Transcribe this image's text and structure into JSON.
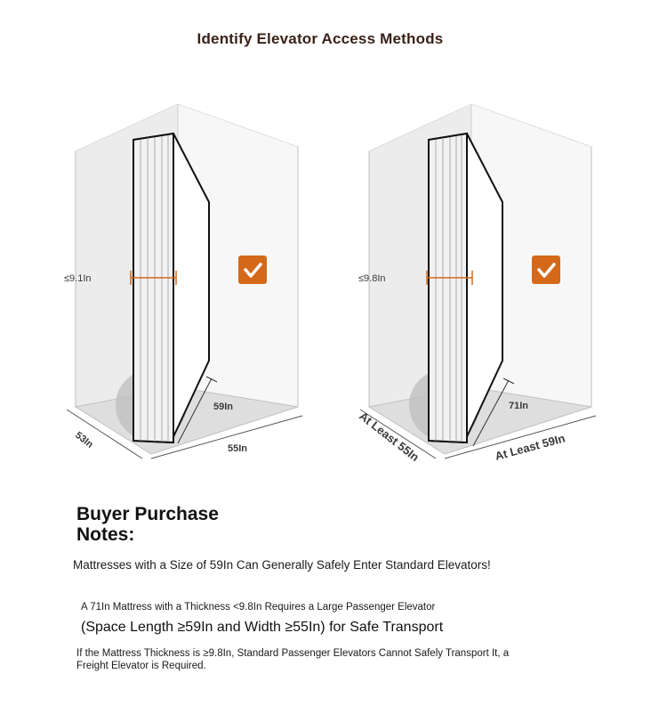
{
  "title": "Identify Elevator Access Methods",
  "left_diagram": {
    "thickness": "≤9.1In",
    "mattress_height": "59In",
    "depth": "53In",
    "width": "55In"
  },
  "right_diagram": {
    "thickness": "≤9.8In",
    "mattress_height": "71In",
    "depth": "At Least 55In",
    "width": "At Least 59In"
  },
  "colors": {
    "accent": "#d4691a",
    "title": "#3a2218"
  },
  "notes": {
    "heading": "Buyer Purchase Notes:",
    "line1": "Mattresses with a Size of 59In Can Generally Safely Enter Standard Elevators!",
    "line2": "A 71In Mattress with a Thickness <9.8In Requires a Large Passenger Elevator",
    "line3": "(Space Length ≥59In and Width ≥55In) for Safe Transport",
    "line4": "If the Mattress Thickness is ≥9.8In, Standard Passenger Elevators Cannot Safely Transport It, a Freight Elevator is Required."
  }
}
